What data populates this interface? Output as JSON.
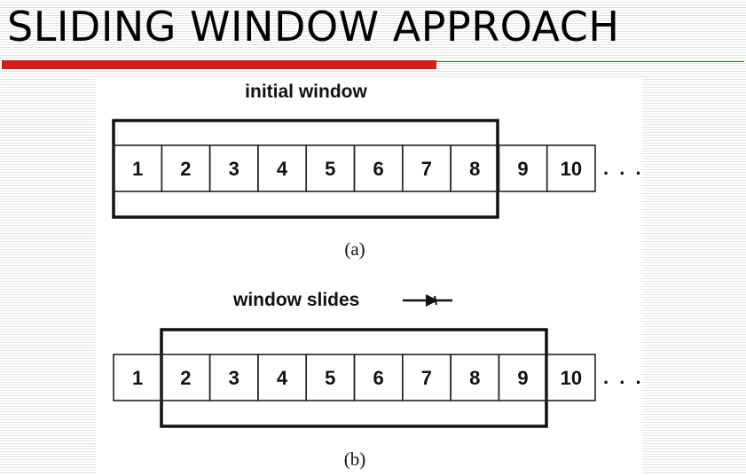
{
  "title": "SLIDING WINDOW APPROACH",
  "diagram": {
    "part_a": {
      "window_label": "initial window",
      "caption": "(a)",
      "frames": [
        "1",
        "2",
        "3",
        "4",
        "5",
        "6",
        "7",
        "8",
        "9",
        "10"
      ],
      "window_covers_frames": [
        1,
        8
      ],
      "ellipsis": ". . ."
    },
    "part_b": {
      "window_label": "window slides",
      "caption": "(b)",
      "frames": [
        "1",
        "2",
        "3",
        "4",
        "5",
        "6",
        "7",
        "8",
        "9",
        "10"
      ],
      "window_covers_frames": [
        2,
        9
      ],
      "ellipsis": ". . ."
    }
  }
}
